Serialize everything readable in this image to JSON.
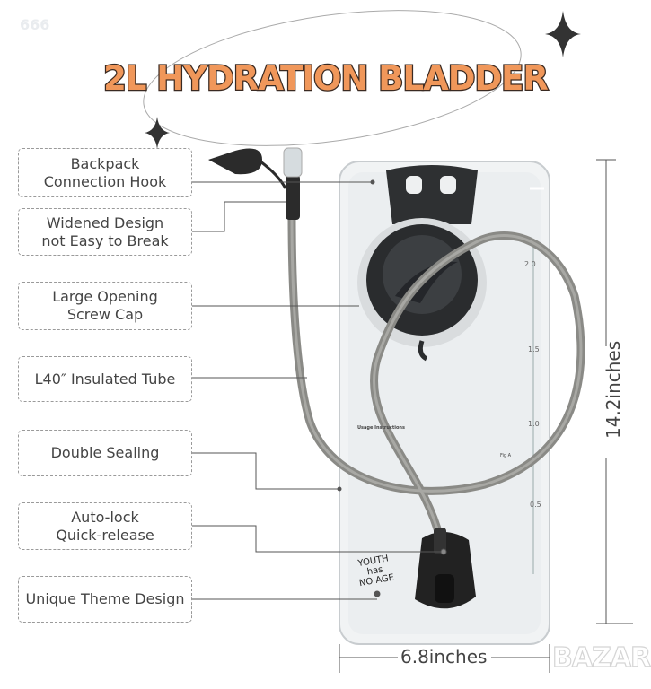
{
  "watermark": "666",
  "title": "2L HYDRATION BLADDER",
  "labels": [
    {
      "line1": "Backpack",
      "line2": "Connection Hook"
    },
    {
      "line1": "Widened Design",
      "line2": "not Easy to Break"
    },
    {
      "line1": "Large Opening",
      "line2": "Screw Cap"
    },
    {
      "line1": "L40″   Insulated Tube",
      "line2": ""
    },
    {
      "line1": "Double Sealing",
      "line2": ""
    },
    {
      "line1": "Auto-lock",
      "line2": "Quick-release"
    },
    {
      "line1": "Unique Theme Design",
      "line2": ""
    }
  ],
  "dimensions": {
    "height": "14.2inches",
    "width": "6.8inches"
  },
  "scale_marks": [
    "2.0",
    "1.5",
    "1.0",
    "0.5"
  ],
  "bag_text": {
    "usage_heading": "Usage Instructions",
    "fig": "Fig A",
    "slogan": [
      "YOUTH",
      "has",
      "NO AGE"
    ]
  },
  "brand_logo": "BAZAR",
  "colors": {
    "title_fill": "#f0975a",
    "title_stroke": "#3a2a22",
    "tube": "#8a8a86",
    "cap": "#2a2c2e"
  }
}
